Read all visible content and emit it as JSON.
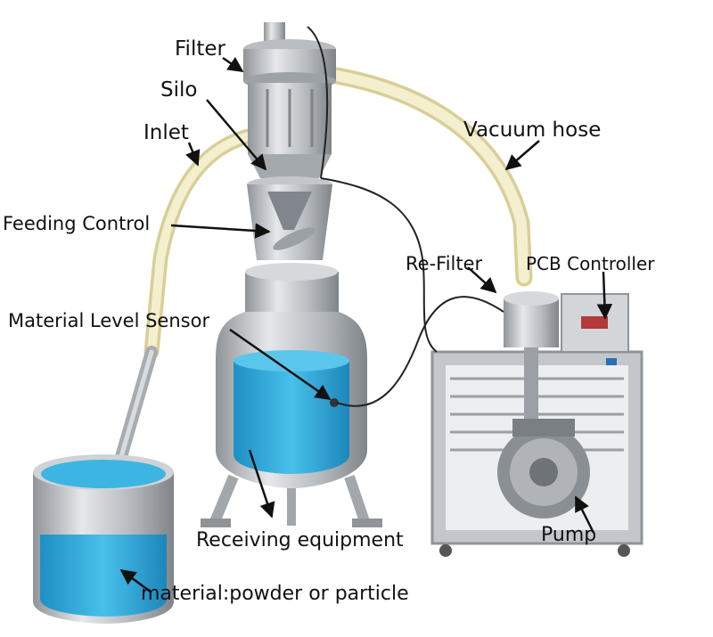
{
  "labels": {
    "filter": "Filter",
    "silo": "Silo",
    "inlet": "Inlet",
    "feeding_control": "Feeding Control",
    "vacuum_hose": "Vacuum hose",
    "re_filter": "Re-Filter",
    "pcb_controller": "PCB Controller",
    "material_level_sensor": "Material Level Sensor",
    "receiving_equipment": "Receiving equipment",
    "pump": "Pump",
    "material": "material:powder or particle"
  },
  "colors": {
    "steel": "#c9ccd0",
    "steel_dark": "#8f9499",
    "hose": "#eee6b8",
    "material_blue": "#2fa9d9",
    "arrow": "#111111"
  }
}
